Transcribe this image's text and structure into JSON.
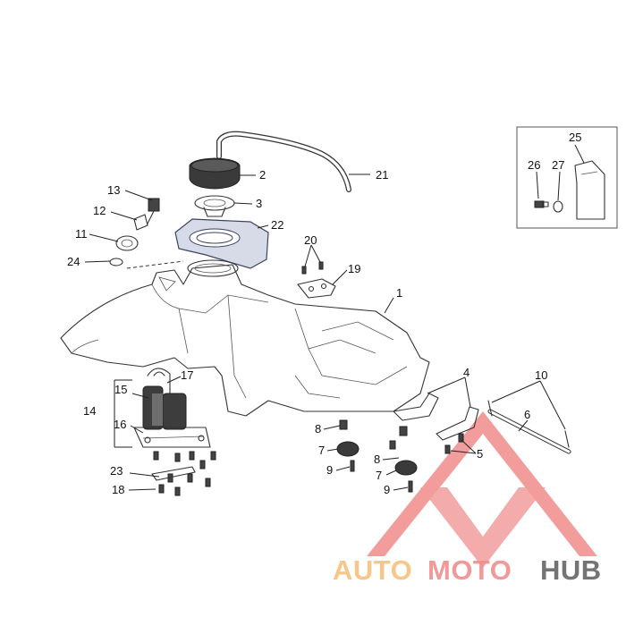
{
  "callouts": {
    "c1": "1",
    "c2": "2",
    "c3": "3",
    "c4": "4",
    "c5": "5",
    "c6": "6",
    "c7a": "7",
    "c7b": "7",
    "c8a": "8",
    "c8b": "8",
    "c9a": "9",
    "c9b": "9",
    "c10": "10",
    "c11": "11",
    "c12": "12",
    "c13": "13",
    "c14": "14",
    "c15": "15",
    "c16": "16",
    "c17": "17",
    "c18": "18",
    "c19": "19",
    "c20": "20",
    "c21": "21",
    "c22": "22",
    "c23": "23",
    "c24": "24",
    "c25": "25",
    "c26": "26",
    "c27": "27"
  },
  "watermark": {
    "part1": "AUTO",
    "part2": "MOTO",
    "part3": "HUB",
    "colors": {
      "auto": "#f6c27d",
      "moto": "#ef8f8f",
      "hub": "#666666",
      "logo": "#ee7b7b"
    }
  }
}
